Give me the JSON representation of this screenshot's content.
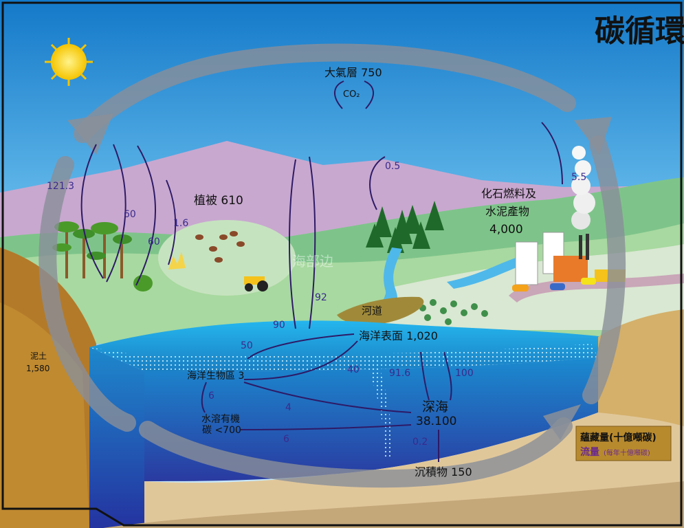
{
  "title": "碳循環",
  "stores": {
    "atmosphere": "大氣層 750",
    "co2": "CO₂",
    "vegetation": "植被 610",
    "fossil_line1": "化石燃料及",
    "fossil_line2": "水泥產物",
    "fossil_value": "4,000",
    "river": "河道",
    "ocean_surface": "海洋表面 1,020",
    "marine_biota": "海洋生物區 3",
    "doc_line1": "水溶有機",
    "doc_line2": "碳 <700",
    "deep_ocean_line1": "深海",
    "deep_ocean_line2": "38.100",
    "sediment": "沉積物 150",
    "soil_line1": "泥土",
    "soil_line2": "1,580"
  },
  "fluxes": {
    "f_121_3": "121.3",
    "f_60a": "60",
    "f_60b": "60",
    "f_1_6": "1.6",
    "f_0_5": "0.5",
    "f_5_5": "5.5",
    "f_92": "92",
    "f_90": "90",
    "f_50": "50",
    "f_40": "40",
    "f_91_6": "91.6",
    "f_100": "100",
    "f_6a": "6",
    "f_4": "4",
    "f_6b": "6",
    "f_0_2": "0.2"
  },
  "legend": {
    "storage": "蘊藏量(十億噸碳)",
    "flux_main": "流量",
    "flux_sub": "(每年十億噸碳)"
  },
  "watermark": "海部边",
  "colors": {
    "flux_arrow": "#2e1a66",
    "flux_text": "#3a2a8c",
    "big_arrow": "#8a8f99",
    "ocean": "#1aa3e0",
    "legend_bg": "#b88a2e",
    "legend_flux": "#6a2a8c"
  }
}
